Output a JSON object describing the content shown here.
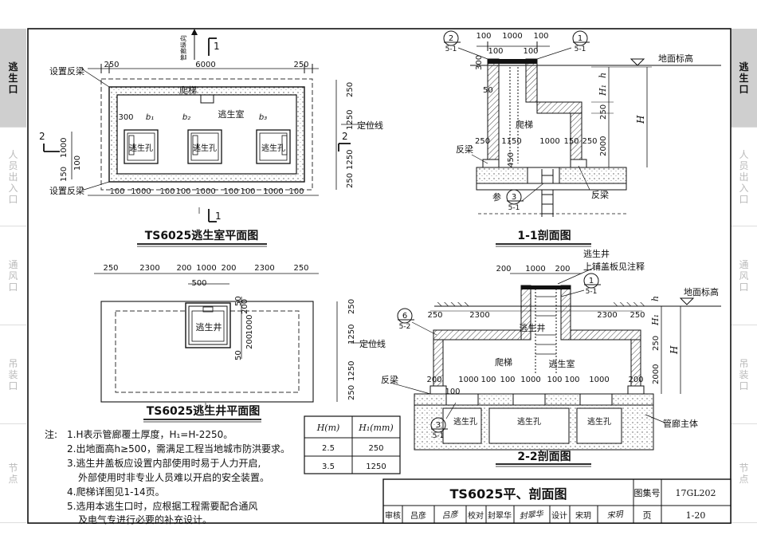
{
  "sidebar_left": {
    "items": [
      {
        "label": "逃生口",
        "active": true
      },
      {
        "label": "人员出入口",
        "active": false
      },
      {
        "label": "通风口",
        "active": false
      },
      {
        "label": "吊装口",
        "active": false
      },
      {
        "label": "节点",
        "active": false
      }
    ]
  },
  "sidebar_right": {
    "items": [
      {
        "label": "逃生口",
        "active": true
      },
      {
        "label": "人员出入口",
        "active": false
      },
      {
        "label": "通风口",
        "active": false
      },
      {
        "label": "吊装口",
        "active": false
      },
      {
        "label": "节点",
        "active": false
      }
    ]
  },
  "plan1": {
    "caption": "TS6025逃生室平面图",
    "room_label": "逃生室",
    "ladder_label": "爬梯",
    "hole_label": "逃生孔",
    "beam_top": "设置反梁",
    "beam_bottom": "设置反梁",
    "gallery_dir": "管廊纵向",
    "locate": "定位线",
    "sec1": "1",
    "sec2": "2",
    "dim_top_left": "250",
    "dim_top": "6000",
    "dim_top_right": "250",
    "dim_b1": "b₁",
    "dim_b2": "b₂",
    "dim_b3": "b₃",
    "dim_300": "300",
    "dim_left_150": "150",
    "dim_left_1000": "1000",
    "dim_left_100": "100",
    "dim_right_250a": "250",
    "dim_right_1250a": "1250",
    "dim_right_1250b": "1250",
    "dim_right_250b": "250",
    "dim_bottom": [
      "100",
      "1000",
      "100",
      "100",
      "1000",
      "100",
      "100",
      "1000",
      "100"
    ]
  },
  "section11": {
    "caption": "1-1剖面图",
    "tag_a_top": "2",
    "tag_a_bottom": "5-1",
    "tag_b_top": "1",
    "tag_b_bottom": "5-1",
    "tag_c_top": "3",
    "tag_c_bottom": "5-1",
    "tag_c_prefix": "参",
    "dim_top": [
      "100",
      "1000",
      "100"
    ],
    "dim_100_left": "100",
    "dim_100_right": "100",
    "dim_300": "300",
    "dim_50": "50",
    "dim_250": "250",
    "dim_mid": [
      "1150",
      "1000",
      "150",
      "250"
    ],
    "dim_450": "450",
    "ground": "地面标高",
    "ladder": "爬梯",
    "beam_left": "反梁",
    "beam_right": "反梁",
    "h": "h",
    "H1": "H₁",
    "H": "H",
    "dim_2000": "2000",
    "dim_250v": "250"
  },
  "plan2": {
    "caption": "TS6025逃生井平面图",
    "well_label": "逃生井",
    "locate": "定位线",
    "dim_top": [
      "250",
      "2300",
      "200",
      "1000",
      "200",
      "2300",
      "250"
    ],
    "dim_500": "500",
    "dim_200a": "200",
    "dim_1000": "1000",
    "dim_200b": "200",
    "dim_50a": "50",
    "dim_50b": "50",
    "dim_right": [
      "250",
      "1250",
      "1250",
      "250"
    ]
  },
  "section22": {
    "caption": "2-2剖面图",
    "well": "逃生井",
    "cover_note": "上铺盖板见注释",
    "tag_a_top": "1",
    "tag_a_bottom": "5-1",
    "tag_b_top": "6",
    "tag_b_bottom": "5-2",
    "tag_c_top": "3",
    "tag_c_bottom": "5-1",
    "dim_top": [
      "200",
      "1000",
      "200"
    ],
    "dim_250": "250",
    "dim_2300a": "2300",
    "dim_2300b": "2300",
    "dim_250b": "250",
    "ground": "地面标高",
    "well_inner": "逃生井",
    "ladder": "爬梯",
    "room": "逃生室",
    "dim_200a": "200",
    "dim_200b": "200",
    "dim_mid": [
      "1000",
      "100",
      "100",
      "1000",
      "100",
      "100",
      "1000"
    ],
    "dim_100": "100",
    "beam": "反梁",
    "holes": [
      "逃生孔",
      "逃生孔",
      "逃生孔"
    ],
    "gallery": "管廊主体",
    "h": "h",
    "H1": "H₁",
    "H": "H",
    "dim_2000": "2000",
    "dim_250v": "250"
  },
  "notes": {
    "prefix": "注:",
    "items": [
      "1.H表示管廊覆土厚度，H₁=H-2250。",
      "2.出地面高h≥500，需满足工程当地城市防洪要求。",
      "3.逃生井盖板应设置内部使用时易于人力开启,",
      "外部使用时非专业人员难以开启的安全装置。",
      "4.爬梯详图见1-14页。",
      "5.选用本逃生口时，应根据工程需要配合通风",
      "及电气专进行必要的补充设计。"
    ]
  },
  "table": {
    "headers": [
      "H(m)",
      "H₁(mm)"
    ],
    "rows": [
      [
        "2.5",
        "250"
      ],
      [
        "3.5",
        "1250"
      ]
    ]
  },
  "titleblock": {
    "title": "TS6025平、剖面图",
    "atlas_label": "图集号",
    "atlas_no": "17GL202",
    "page_label": "页",
    "page_no": "1-20",
    "review_label": "审核",
    "reviewer": "吕彦",
    "check_label": "校对",
    "checker": "封翠华",
    "design_label": "设计",
    "designer": "宋玥",
    "sig1": "吕彦",
    "sig2": "封翠华",
    "sig3": "宋玥"
  }
}
